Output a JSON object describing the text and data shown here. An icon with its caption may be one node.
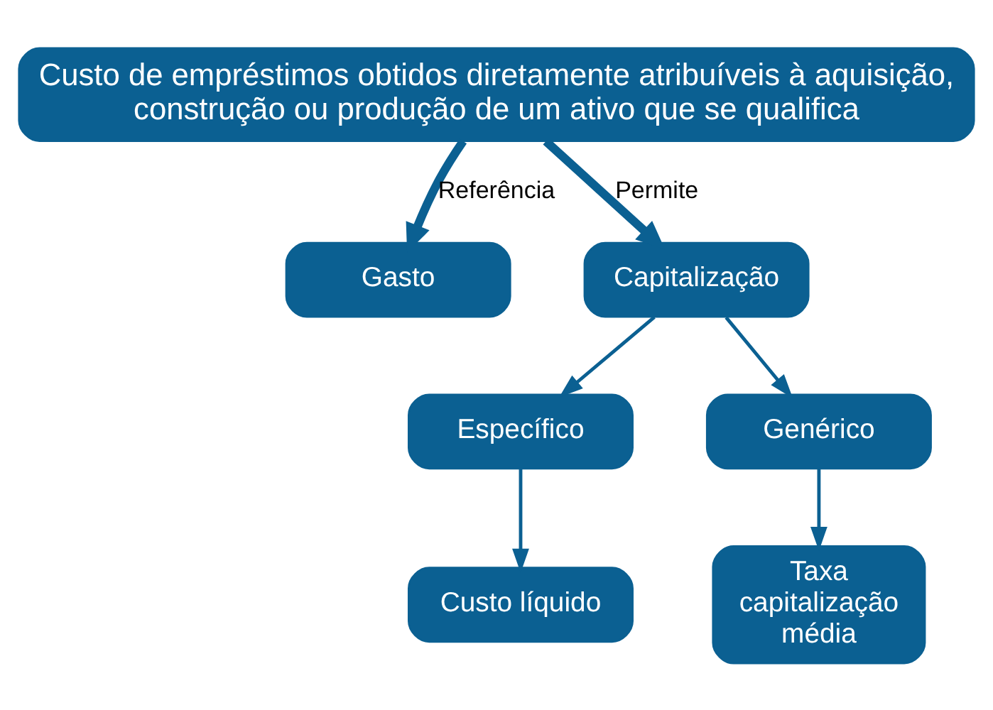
{
  "diagram": {
    "nodes": [
      {
        "text": [
          "Custo de empréstimos obtidos diretamente atribuíveis à aquisição, construção ou produção de um ativo que se qualifica"
        ]
      },
      {
        "text": [
          "Gasto"
        ]
      },
      {
        "text": [
          "Capitalização"
        ]
      },
      {
        "text": [
          "Específico"
        ]
      },
      {
        "text": [
          "Genérico"
        ]
      },
      {
        "text": [
          "Custo líquido"
        ]
      },
      {
        "text": [
          "Taxa capitalização média"
        ]
      }
    ],
    "edges": [
      {
        "from": 0,
        "to": 1,
        "arrow": "to",
        "label": "Referência",
        "style": "thick"
      },
      {
        "from": 0,
        "to": 2,
        "arrow": "to",
        "label": "Permite",
        "style": "thick"
      },
      {
        "from": 2,
        "to": 3,
        "arrow": "to"
      },
      {
        "from": 2,
        "to": 4,
        "arrow": "to"
      },
      {
        "from": 3,
        "to": 5,
        "arrow": "to"
      },
      {
        "from": 4,
        "to": 6,
        "arrow": "to"
      }
    ]
  }
}
